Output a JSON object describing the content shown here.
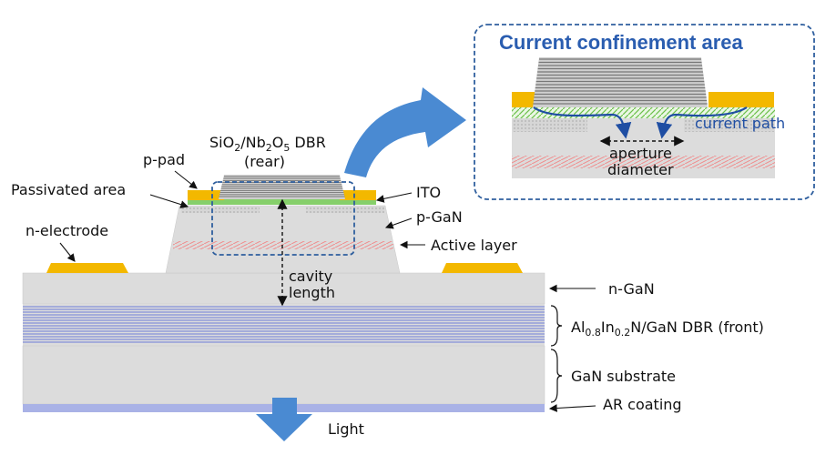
{
  "labels": {
    "dbr_top_line1_pre": "SiO",
    "dbr_top_sub1": "2",
    "dbr_top_mid": "/Nb",
    "dbr_top_sub2": "2",
    "dbr_top_o": "O",
    "dbr_top_sub3": "5",
    "dbr_top_post": " DBR",
    "dbr_top_line2": "(rear)",
    "p_pad": "p-pad",
    "passivated": "Passivated area",
    "ito": "ITO",
    "p_gan": "p-GaN",
    "n_electrode": "n-electrode",
    "active_layer": "Active layer",
    "cavity_line1": "cavity",
    "cavity_line2": "length",
    "n_gan": "n-GaN",
    "dbr_front_al": "Al",
    "dbr_front_sub1": "0.8",
    "dbr_front_in": "In",
    "dbr_front_sub2": "0.2",
    "dbr_front_post": "N/GaN DBR (front)",
    "substrate": "GaN substrate",
    "ar_coating": "AR coating",
    "light": "Light"
  },
  "inset": {
    "title": "Current confinement area",
    "current_path": "current path",
    "aperture_line1": "aperture",
    "aperture_line2": "diameter"
  },
  "colors": {
    "gray_layer": "#dcdcdc",
    "gold_pad": "#f3b800",
    "ito_green": "#86cf6b",
    "dbr_blue_stripe": "#6b7bd8",
    "ar_coating": "#a9b2e6",
    "accent_blue": "#4a8ad2",
    "inset_border": "#2f5f9e",
    "inset_title": "#2a5db0",
    "active_pink": "#f08a8a"
  }
}
